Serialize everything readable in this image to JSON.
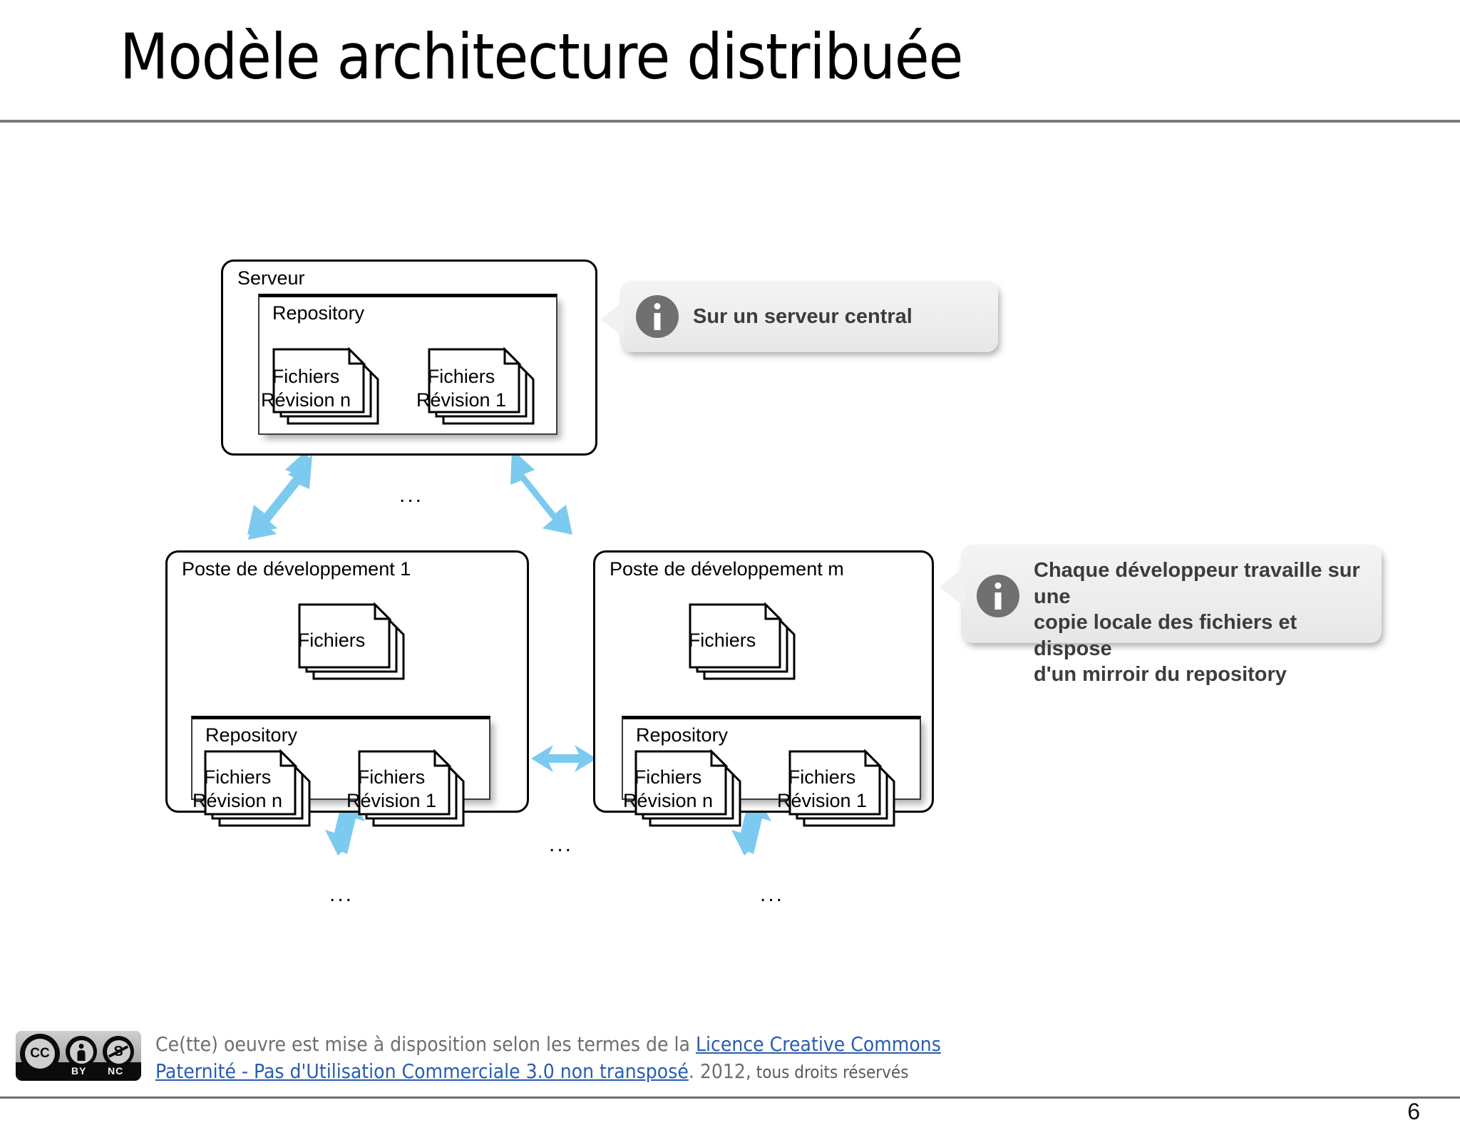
{
  "slide": {
    "title": "Modèle architecture distribuée",
    "page_number": "6"
  },
  "diagram": {
    "server": {
      "label": "Serveur",
      "repository": {
        "label": "Repository",
        "ellipsis": "...",
        "docs": [
          {
            "line1": "Fichiers",
            "line2": "Révision n"
          },
          {
            "line1": "Fichiers",
            "line2": "Révision 1"
          }
        ]
      }
    },
    "workstations_ellipsis": "...",
    "workstations": [
      {
        "label": "Poste de développement 1",
        "files": {
          "line1": "Fichiers",
          "line2": ""
        },
        "repository": {
          "label": "Repository",
          "ellipsis": "...",
          "docs": [
            {
              "line1": "Fichiers",
              "line2": "Révision n"
            },
            {
              "line1": "Fichiers",
              "line2": "Révision 1"
            }
          ]
        }
      },
      {
        "label": "Poste de développement m",
        "files": {
          "line1": "Fichiers",
          "line2": ""
        },
        "repository": {
          "label": "Repository",
          "ellipsis": "...",
          "docs": [
            {
              "line1": "Fichiers",
              "line2": "Révision n"
            },
            {
              "line1": "Fichiers",
              "line2": "Révision 1"
            }
          ]
        }
      }
    ],
    "callouts": [
      {
        "icon": "info-icon",
        "text": "Sur un serveur central"
      },
      {
        "icon": "info-icon",
        "text": "Chaque développeur travaille sur une\ncopie locale des fichiers et dispose\nd'un mirroir du repository"
      }
    ]
  },
  "footer": {
    "badge": {
      "cc": "CC",
      "by": "BY",
      "nc": "NC"
    },
    "text_before": "Ce(tte) oeuvre est mise à disposition selon les termes de la ",
    "link_line1": "Licence Creative Commons",
    "link_line2": "Paternité - Pas d'Utilisation Commerciale 3.0 non transposé",
    "text_after": ". 2012,",
    "text_rights": " tous droits réservés"
  },
  "colors": {
    "arrow": "#7ccaef",
    "header_rule": "#7a7a7a",
    "callout_bg": "#efefef",
    "info_circle": "#707070",
    "link": "#2a5db0"
  }
}
